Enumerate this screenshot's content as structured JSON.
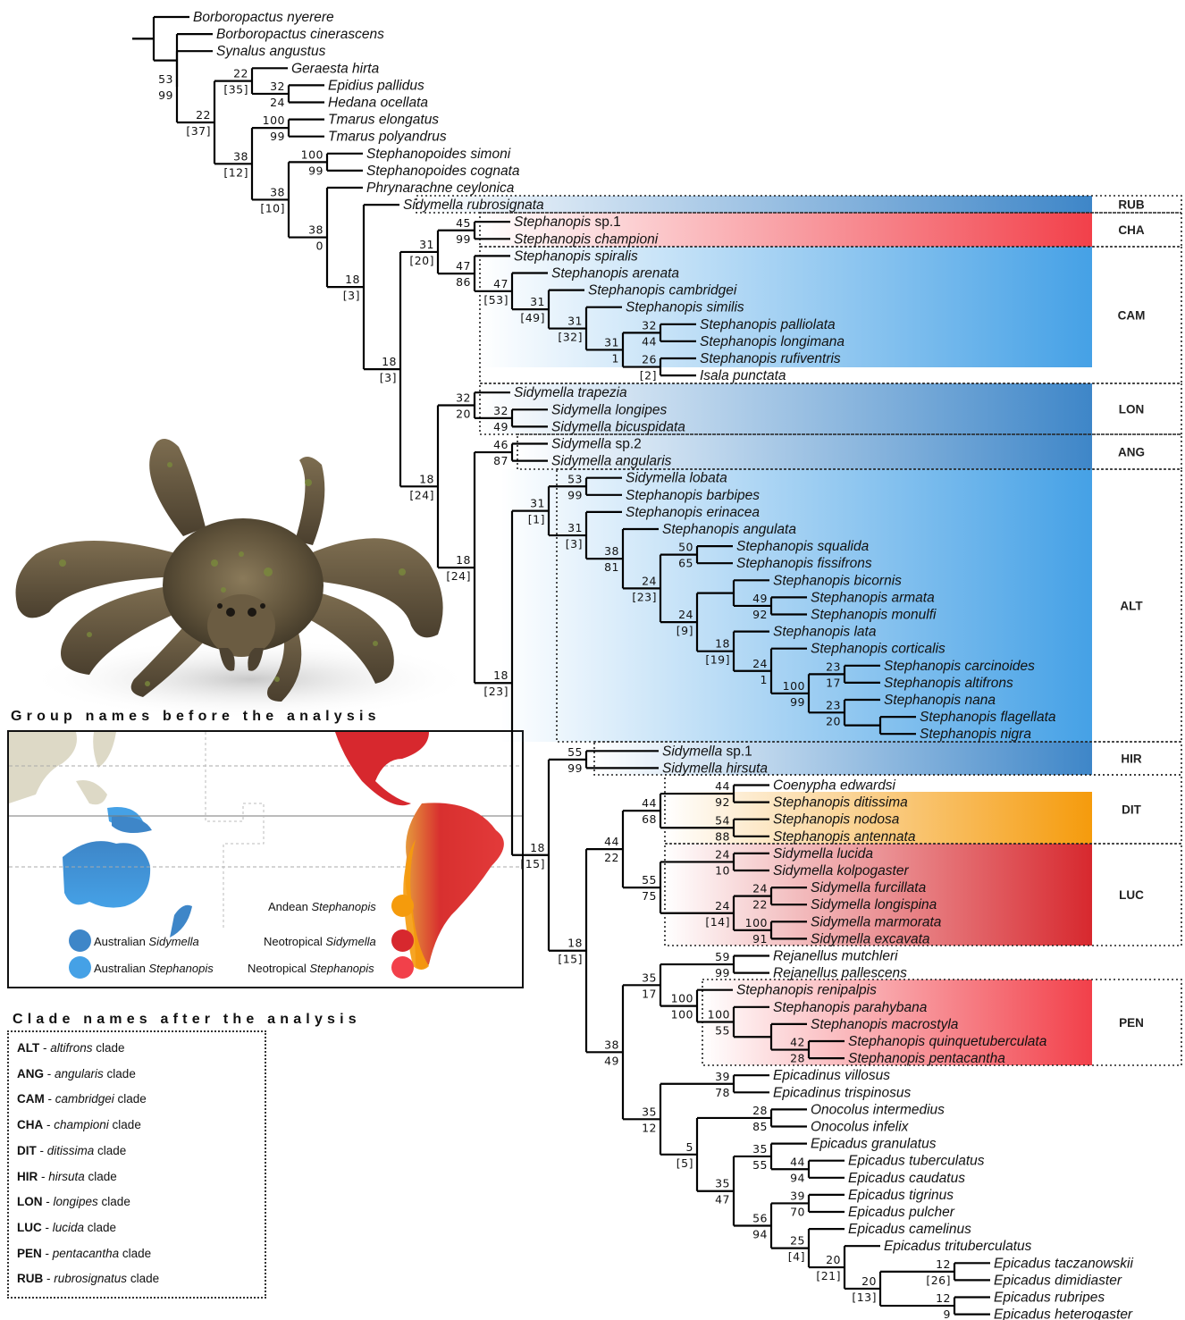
{
  "taxa": [
    {
      "name": "Borboropactus nyerere"
    },
    {
      "name": "Borboropactus cinerascens"
    },
    {
      "name": "Synalus angustus"
    },
    {
      "name": "Geraesta hirta"
    },
    {
      "name": "Epidius pallidus"
    },
    {
      "name": "Hedana ocellata"
    },
    {
      "name": "Tmarus elongatus"
    },
    {
      "name": "Tmarus polyandrus"
    },
    {
      "name": "Stephanopoides simoni"
    },
    {
      "name": "Stephanopoides cognata"
    },
    {
      "name": "Phrynarachne ceylonica"
    },
    {
      "name": "Sidymella rubrosignata"
    },
    {
      "name": "Stephanopis",
      "suffix": " sp.1"
    },
    {
      "name": "Stephanopis championi"
    },
    {
      "name": "Stephanopis spiralis"
    },
    {
      "name": "Stephanopis arenata"
    },
    {
      "name": "Stephanopis cambridgei"
    },
    {
      "name": "Stephanopis similis"
    },
    {
      "name": "Stephanopis palliolata"
    },
    {
      "name": "Stephanopis longimana"
    },
    {
      "name": "Stephanopis rufiventris"
    },
    {
      "name": "Isala punctata"
    },
    {
      "name": "Sidymella trapezia"
    },
    {
      "name": "Sidymella longipes"
    },
    {
      "name": "Sidymella bicuspidata"
    },
    {
      "name": "Sidymella",
      "suffix": " sp.2"
    },
    {
      "name": "Sidymella angularis"
    },
    {
      "name": "Sidymella lobata"
    },
    {
      "name": "Stephanopis barbipes"
    },
    {
      "name": "Stephanopis erinacea"
    },
    {
      "name": "Stephanopis angulata"
    },
    {
      "name": "Stephanopis squalida"
    },
    {
      "name": "Stephanopis fissifrons"
    },
    {
      "name": "Stephanopis bicornis"
    },
    {
      "name": "Stephanopis armata"
    },
    {
      "name": "Stephanopis monulfi"
    },
    {
      "name": "Stephanopis lata"
    },
    {
      "name": "Stephanopis corticalis"
    },
    {
      "name": "Stephanopis carcinoides"
    },
    {
      "name": "Stephanopis altifrons"
    },
    {
      "name": "Stephanopis nana"
    },
    {
      "name": "Stephanopis flagellata"
    },
    {
      "name": "Stephanopis nigra"
    },
    {
      "name": "Sidymella",
      "suffix": " sp.1"
    },
    {
      "name": "Sidymella hirsuta"
    },
    {
      "name": "Coenypha edwardsi"
    },
    {
      "name": "Stephanopis ditissima"
    },
    {
      "name": "Stephanopis nodosa"
    },
    {
      "name": "Stephanopis antennata"
    },
    {
      "name": "Sidymella lucida"
    },
    {
      "name": "Sidymella kolpogaster"
    },
    {
      "name": "Sidymella furcillata"
    },
    {
      "name": "Sidymella longispina"
    },
    {
      "name": "Sidymella marmorata"
    },
    {
      "name": "Sidymella excavata"
    },
    {
      "name": "Rejanellus mutchleri"
    },
    {
      "name": "Rejanellus pallescens"
    },
    {
      "name": "Stephanopis renipalpis"
    },
    {
      "name": "Stephanopis parahybana"
    },
    {
      "name": "Stephanopis macrostyla"
    },
    {
      "name": "Stephanopis quinquetuberculata"
    },
    {
      "name": "Stephanopis pentacantha"
    },
    {
      "name": "Epicadinus villosus"
    },
    {
      "name": "Epicadinus trispinosus"
    },
    {
      "name": "Onocolus intermedius"
    },
    {
      "name": "Onocolus infelix"
    },
    {
      "name": "Epicadus granulatus"
    },
    {
      "name": "Epicadus tuberculatus"
    },
    {
      "name": "Epicadus caudatus"
    },
    {
      "name": "Epicadus tigrinus"
    },
    {
      "name": "Epicadus pulcher"
    },
    {
      "name": "Epicadus camelinus"
    },
    {
      "name": "Epicadus trituberculatus"
    },
    {
      "name": "Epicadus taczanowskii"
    },
    {
      "name": "Epicadus dimidiaster"
    },
    {
      "name": "Epicadus rubripes"
    },
    {
      "name": "Epicadus heterogaster"
    }
  ],
  "nodes": [
    {
      "top": "53",
      "bottom": "99"
    },
    {
      "top": "22",
      "bottom": "[37]"
    },
    {
      "top": "22",
      "bottom": "[35]"
    },
    {
      "top": "32",
      "bottom": "24"
    },
    {
      "top": "38",
      "bottom": "[12]"
    },
    {
      "top": "100",
      "bottom": "99"
    },
    {
      "top": "38",
      "bottom": "[10]"
    },
    {
      "top": "100",
      "bottom": "99"
    },
    {
      "top": "38",
      "bottom": "0"
    },
    {
      "top": "18",
      "bottom": "[3]"
    },
    {
      "top": "18",
      "bottom": "[3]"
    },
    {
      "top": "31",
      "bottom": "[20]"
    },
    {
      "top": "45",
      "bottom": "99"
    },
    {
      "top": "47",
      "bottom": "86"
    },
    {
      "top": "47",
      "bottom": "[53]"
    },
    {
      "top": "31",
      "bottom": "[49]"
    },
    {
      "top": "31",
      "bottom": "[32]"
    },
    {
      "top": "31",
      "bottom": "1"
    },
    {
      "top": "32",
      "bottom": "44"
    },
    {
      "top": "26",
      "bottom": "[2]"
    },
    {
      "top": "18",
      "bottom": "[24]"
    },
    {
      "top": "32",
      "bottom": "20"
    },
    {
      "top": "32",
      "bottom": "49"
    },
    {
      "top": "18",
      "bottom": "[24]"
    },
    {
      "top": "46",
      "bottom": "87"
    },
    {
      "top": "18",
      "bottom": "[23]"
    },
    {
      "top": "31",
      "bottom": "[1]"
    },
    {
      "top": "53",
      "bottom": "99"
    },
    {
      "top": "31",
      "bottom": "[3]"
    },
    {
      "top": "38",
      "bottom": "81"
    },
    {
      "top": "24",
      "bottom": "[23]"
    },
    {
      "top": "50",
      "bottom": "65"
    },
    {
      "top": "24",
      "bottom": "[9]"
    },
    {
      "top": "49",
      "bottom": "92"
    },
    {
      "top": "18",
      "bottom": "[19]"
    },
    {
      "top": "24",
      "bottom": "1"
    },
    {
      "top": "100",
      "bottom": "99"
    },
    {
      "top": "23",
      "bottom": "17"
    },
    {
      "top": "23",
      "bottom": "20"
    },
    {
      "top": "18",
      "bottom": "[15]"
    },
    {
      "top": "55",
      "bottom": "99"
    },
    {
      "top": "18",
      "bottom": "[15]"
    },
    {
      "top": "44",
      "bottom": "22"
    },
    {
      "top": "44",
      "bottom": "68"
    },
    {
      "top": "44",
      "bottom": "92"
    },
    {
      "top": "54",
      "bottom": "88"
    },
    {
      "top": "55",
      "bottom": "75"
    },
    {
      "top": "24",
      "bottom": "10"
    },
    {
      "top": "24",
      "bottom": "[14]"
    },
    {
      "top": "24",
      "bottom": "22"
    },
    {
      "top": "100",
      "bottom": "91"
    },
    {
      "top": "38",
      "bottom": "49"
    },
    {
      "top": "35",
      "bottom": "17"
    },
    {
      "top": "59",
      "bottom": "99"
    },
    {
      "top": "100",
      "bottom": "100"
    },
    {
      "top": "100",
      "bottom": "55"
    },
    {
      "top": "42",
      "bottom": "28"
    },
    {
      "top": "35",
      "bottom": "12"
    },
    {
      "top": "39",
      "bottom": "78"
    },
    {
      "top": "5",
      "bottom": "[5]"
    },
    {
      "top": "28",
      "bottom": "85"
    },
    {
      "top": "35",
      "bottom": "47"
    },
    {
      "top": "35",
      "bottom": "55"
    },
    {
      "top": "44",
      "bottom": "94"
    },
    {
      "top": "56",
      "bottom": "94"
    },
    {
      "top": "39",
      "bottom": "70"
    },
    {
      "top": "25",
      "bottom": "[4]"
    },
    {
      "top": "20",
      "bottom": "[21]"
    },
    {
      "top": "20",
      "bottom": "[13]"
    },
    {
      "top": "12",
      "bottom": "[26]"
    },
    {
      "top": "12",
      "bottom": "9"
    }
  ],
  "clade_boxes": [
    {
      "code": "RUB",
      "color": "#3e86c8"
    },
    {
      "code": "CHA",
      "color": "#f2404a"
    },
    {
      "code": "CAM",
      "color": "#45a1e6"
    },
    {
      "code": "LON",
      "color": "#3e86c8"
    },
    {
      "code": "ANG",
      "color": "#3e86c8"
    },
    {
      "code": "ALT",
      "color": "#45a1e6"
    },
    {
      "code": "HIR",
      "color": "#3e86c8"
    },
    {
      "code": "DIT",
      "color": "#f59b0c"
    },
    {
      "code": "LUC",
      "color": "#d7282e"
    },
    {
      "code": "PEN",
      "color": "#f2404a"
    }
  ],
  "map": {
    "title": "Group names before the analysis",
    "legend": [
      {
        "prefix": "Australian ",
        "italic": "Sidymella",
        "color": "#3e86c8"
      },
      {
        "prefix": "Australian ",
        "italic": "Stephanopis",
        "color": "#45a1e6"
      },
      {
        "prefix": "Andean ",
        "italic": "Stephanopis",
        "color": "#f59b0c"
      },
      {
        "prefix": "Neotropical ",
        "italic": "Sidymella",
        "color": "#d7282e"
      },
      {
        "prefix": "Neotropical ",
        "italic": "Stephanopis",
        "color": "#f2404a"
      }
    ],
    "land_color": "#ddd9c6"
  },
  "clade_names": {
    "title": "Clade names after the analysis",
    "rows": [
      {
        "code": "ALT",
        "sep": " - ",
        "italic": "altifrons",
        "rest": " clade"
      },
      {
        "code": "ANG",
        "sep": " - ",
        "italic": "angularis",
        "rest": " clade"
      },
      {
        "code": "CAM",
        "sep": " - ",
        "italic": "cambridgei",
        "rest": " clade"
      },
      {
        "code": "CHA",
        "sep": " - ",
        "italic": "championi",
        "rest": " clade"
      },
      {
        "code": "DIT",
        "sep": " - ",
        "italic": "ditissima",
        "rest": " clade"
      },
      {
        "code": "HIR",
        "sep": " - ",
        "italic": "hirsuta",
        "rest": " clade"
      },
      {
        "code": "LON",
        "sep": " - ",
        "italic": "longipes",
        "rest": " clade"
      },
      {
        "code": "LUC",
        "sep": " - ",
        "italic": "lucida",
        "rest": " clade"
      },
      {
        "code": "PEN",
        "sep": " - ",
        "italic": "pentacantha",
        "rest": " clade"
      },
      {
        "code": "RUB",
        "sep": " - ",
        "italic": "rubrosignatus",
        "rest": " clade"
      }
    ]
  }
}
